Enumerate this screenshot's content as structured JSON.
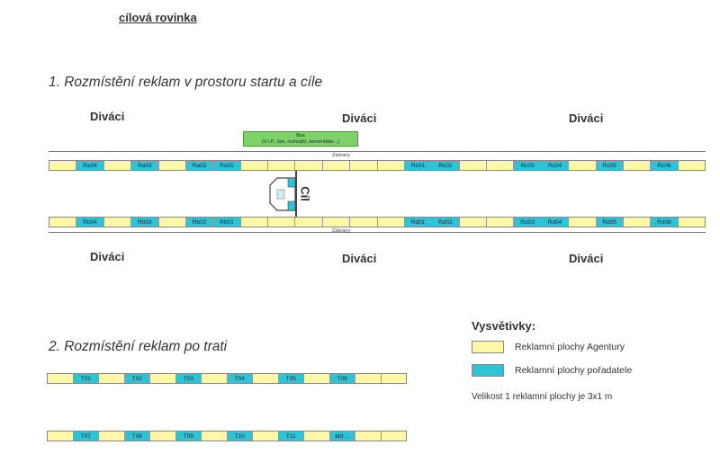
{
  "heading": "cílová rovinka",
  "section1_title": "1. Rozmístění reklam v prostoru startu a cíle",
  "section2_title": "2. Rozmístění reklam po trati",
  "spectators_label": "Diváci",
  "barrier_label": "Zábrany",
  "bus": {
    "title": "Bus",
    "subtitle": "(V.I.P., tisk, rozhodčí, komentátor...)"
  },
  "finish_label": "Cíl",
  "legend": {
    "title": "Vysvětivky:",
    "agency_label": "Reklamní plochy Agentury",
    "organizer_label": "Reklamní plochy pořadatele",
    "note": "Velikost 1 reklamní plochy je 3x1 m",
    "agency_color": "#fcf8a8",
    "organizer_color": "#2ec4d8"
  },
  "strips": {
    "top": [
      "",
      "Ra04",
      "",
      "Ra03",
      "",
      "Ra02",
      "Ra01",
      "",
      "",
      "",
      "",
      "",
      "",
      "Rc01",
      "Rc02",
      "",
      "",
      "Rc03",
      "Rc04",
      "",
      "Rc05",
      "",
      "Rc06",
      ""
    ],
    "bottom": [
      "",
      "Rb04",
      "",
      "Rb03",
      "",
      "Rb02",
      "Rb01",
      "",
      "",
      "",
      "",
      "",
      "",
      "Rd01",
      "Rd02",
      "",
      "",
      "Rd03",
      "Rd04",
      "",
      "Rd05",
      "",
      "Rd06",
      ""
    ],
    "track1": [
      "",
      "T01",
      "",
      "T02",
      "",
      "T03",
      "",
      "T04",
      "",
      "T05",
      "",
      "T06",
      "",
      ""
    ],
    "track2": [
      "",
      "T07",
      "",
      "T08",
      "",
      "T09",
      "",
      "T10",
      "",
      "T11",
      "",
      "atd ...",
      "",
      ""
    ]
  },
  "organizer_cells": [
    "Ra04",
    "Ra03",
    "Ra02",
    "Ra01",
    "Rc01",
    "Rc02",
    "Rc03",
    "Rc04",
    "Rc05",
    "Rc06",
    "Rb04",
    "Rb03",
    "Rb02",
    "Rb01",
    "Rd01",
    "Rd02",
    "Rd03",
    "Rd04",
    "Rd05",
    "Rd06",
    "T01",
    "T02",
    "T03",
    "T04",
    "T05",
    "T06",
    "T07",
    "T08",
    "T09",
    "T10",
    "T11",
    "atd ..."
  ]
}
